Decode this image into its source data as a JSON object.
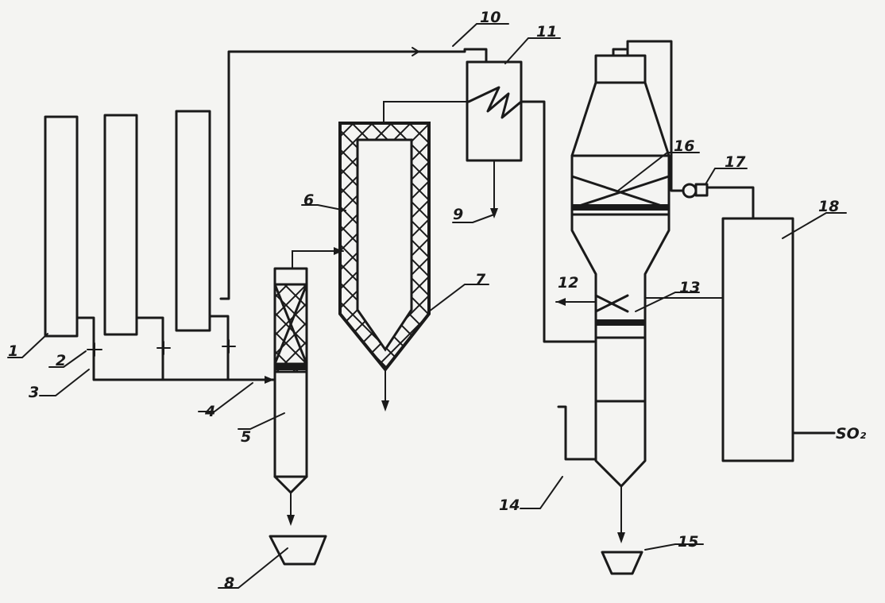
{
  "labels": {
    "l1": "1",
    "l2": "2",
    "l3": "3",
    "l4": "4",
    "l5": "5",
    "l6": "6",
    "l7": "7",
    "l8": "8",
    "l9": "9",
    "l10": "10",
    "l11": "11",
    "l12": "12",
    "l13": "13",
    "l14": "14",
    "l15": "15",
    "l16": "16",
    "l17": "17",
    "l18": "18",
    "l19": "SO₂"
  }
}
